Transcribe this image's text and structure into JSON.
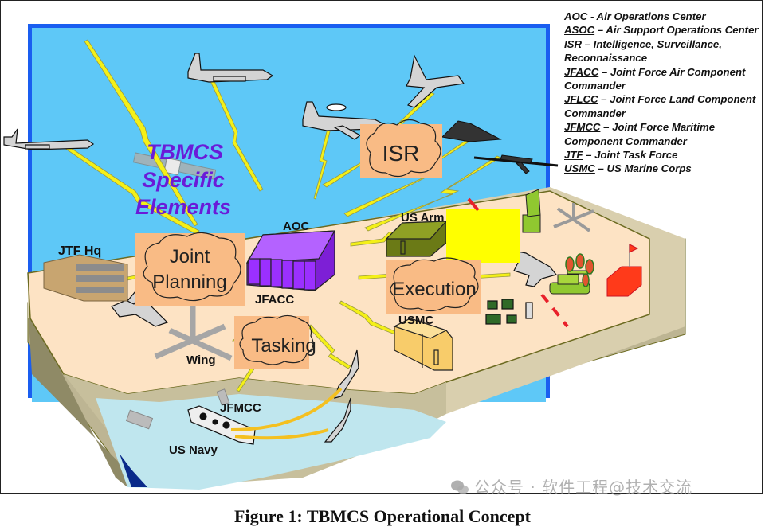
{
  "diagram": {
    "title_overlay": [
      "TBMCS",
      "Specific",
      "Elements"
    ],
    "clouds": {
      "isr": "ISR",
      "joint_planning": [
        "Joint",
        "Planning"
      ],
      "execution": "Execution",
      "tasking": "Tasking"
    },
    "labels": {
      "aoc": "AOC",
      "jfacc": "JFACC",
      "jtf_hq": "JTF Hq",
      "us_army": "US Arm",
      "usmc": "USMC",
      "wing": "Wing",
      "jfmcc": "JFMCC",
      "us_navy": "US Navy"
    },
    "colors": {
      "sky": "#5ec8f7",
      "sky_border": "#1a5ef0",
      "land": "#fde3c4",
      "land_edge": "#d9cfae",
      "cliff": "#bdb593",
      "water": "#bfe6ee",
      "cloud_box": "#f9bb85",
      "aoc_purple": "#9b30ff",
      "army_olive": "#6b7a16",
      "usmc_tan": "#f8cc6a",
      "yellow_box": "#ffff00",
      "bolt": "#f4f018",
      "flag_red": "#ff3a1a"
    }
  },
  "legend": [
    {
      "abbr": "AOC",
      "sep": " -  ",
      "text": "Air Operations Center"
    },
    {
      "abbr": "ASOC",
      "sep": " – ",
      "text": "Air Support Operations Center"
    },
    {
      "abbr": "ISR",
      "sep": " – ",
      "text": "Intelligence, Surveillance, Reconnaissance"
    },
    {
      "abbr": "JFACC",
      "sep": " – ",
      "text": "Joint Force Air Component Commander"
    },
    {
      "abbr": "JFLCC",
      "sep": " – ",
      "text": "Joint Force Land Component Commander"
    },
    {
      "abbr": "JFMCC",
      "sep": " – ",
      "text": "Joint Force Maritime Component Commander"
    },
    {
      "abbr": "JTF",
      "sep": " – ",
      "text": "Joint Task Force"
    },
    {
      "abbr": "USMC",
      "sep": " – ",
      "text": "US Marine Corps"
    }
  ],
  "caption": "Figure 1: TBMCS Operational Concept",
  "watermark": "公众号 · 软件工程@技术交流"
}
